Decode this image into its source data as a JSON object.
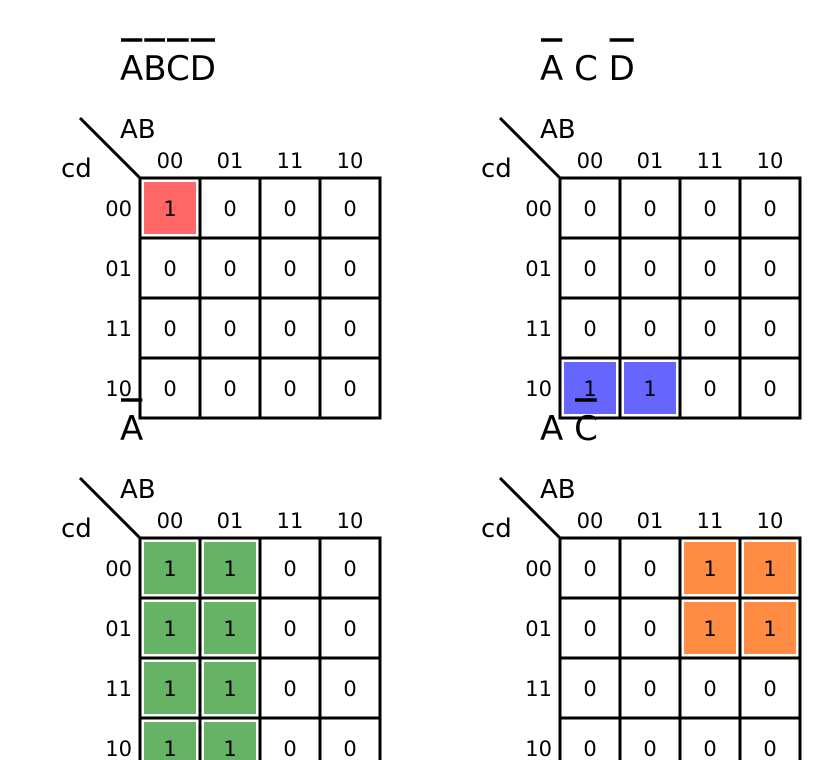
{
  "maps": [
    {
      "title": [
        {
          "text": "A",
          "bar": true
        },
        {
          "text": "B",
          "bar": true
        },
        {
          "text": "C",
          "bar": true
        },
        {
          "text": "D",
          "bar": true
        }
      ],
      "row_var": "cd",
      "col_var": "AB",
      "col_labels": [
        "00",
        "01",
        "11",
        "10"
      ],
      "row_labels": [
        "00",
        "01",
        "11",
        "10"
      ],
      "cells": [
        [
          "1",
          "0",
          "0",
          "0"
        ],
        [
          "0",
          "0",
          "0",
          "0"
        ],
        [
          "0",
          "0",
          "0",
          "0"
        ],
        [
          "0",
          "0",
          "0",
          "0"
        ]
      ],
      "highlight_color": "#ff6666",
      "highlight": [
        [
          0,
          0
        ]
      ]
    },
    {
      "title": [
        {
          "text": "A",
          "bar": true
        },
        {
          "text": "C",
          "bar": false
        },
        {
          "text": "D",
          "bar": true
        }
      ],
      "row_var": "cd",
      "col_var": "AB",
      "col_labels": [
        "00",
        "01",
        "11",
        "10"
      ],
      "row_labels": [
        "00",
        "01",
        "11",
        "10"
      ],
      "cells": [
        [
          "0",
          "0",
          "0",
          "0"
        ],
        [
          "0",
          "0",
          "0",
          "0"
        ],
        [
          "0",
          "0",
          "0",
          "0"
        ],
        [
          "1",
          "1",
          "0",
          "0"
        ]
      ],
      "highlight_color": "#6666ff",
      "highlight": [
        [
          3,
          0
        ],
        [
          3,
          1
        ]
      ]
    },
    {
      "title": [
        {
          "text": "A",
          "bar": true
        }
      ],
      "row_var": "cd",
      "col_var": "AB",
      "col_labels": [
        "00",
        "01",
        "11",
        "10"
      ],
      "row_labels": [
        "00",
        "01",
        "11",
        "10"
      ],
      "cells": [
        [
          "1",
          "1",
          "0",
          "0"
        ],
        [
          "1",
          "1",
          "0",
          "0"
        ],
        [
          "1",
          "1",
          "0",
          "0"
        ],
        [
          "1",
          "1",
          "0",
          "0"
        ]
      ],
      "highlight_color": "#66b366",
      "highlight": [
        [
          0,
          0
        ],
        [
          0,
          1
        ],
        [
          1,
          0
        ],
        [
          1,
          1
        ],
        [
          2,
          0
        ],
        [
          2,
          1
        ],
        [
          3,
          0
        ],
        [
          3,
          1
        ]
      ]
    },
    {
      "title": [
        {
          "text": "A",
          "bar": false
        },
        {
          "text": "C",
          "bar": true
        }
      ],
      "row_var": "cd",
      "col_var": "AB",
      "col_labels": [
        "00",
        "01",
        "11",
        "10"
      ],
      "row_labels": [
        "00",
        "01",
        "11",
        "10"
      ],
      "cells": [
        [
          "0",
          "0",
          "1",
          "1"
        ],
        [
          "0",
          "0",
          "1",
          "1"
        ],
        [
          "0",
          "0",
          "0",
          "0"
        ],
        [
          "0",
          "0",
          "0",
          "0"
        ]
      ],
      "highlight_color": "#ff8c42",
      "highlight": [
        [
          0,
          2
        ],
        [
          0,
          3
        ],
        [
          1,
          2
        ],
        [
          1,
          3
        ]
      ]
    }
  ]
}
